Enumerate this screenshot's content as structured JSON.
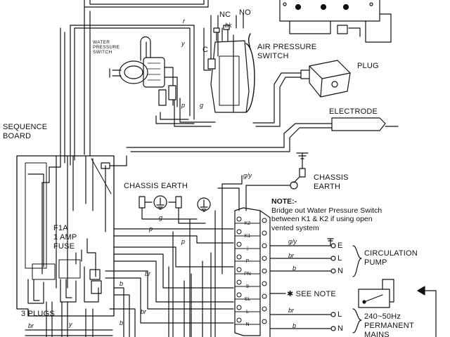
{
  "labels": {
    "nc": "NC",
    "no": "NO",
    "bk": "bk",
    "c": "C",
    "air_pressure_switch": [
      "AIR PRESSURE",
      "SWITCH"
    ],
    "water_pressure_switch": [
      "WATER",
      "PRESSURE",
      "SWITCH"
    ],
    "plug": "PLUG",
    "electrode": "ELECTRODE",
    "sequence_board": [
      "SEQUENCE",
      "BOARD"
    ],
    "chassis_earth_left": "CHASSIS EARTH",
    "chassis_earth_right": [
      "CHASSIS",
      "EARTH"
    ],
    "fuse": [
      "F1A",
      "1 AMP",
      "FUSE"
    ],
    "three_plugs": "3 PLUGS",
    "circulation_pump": [
      "CIRCULATION",
      "PUMP"
    ],
    "see_note": "✱ SEE NOTE",
    "mains": [
      "240~50Hz",
      "PERMANENT",
      "MAINS"
    ]
  },
  "note": {
    "heading": "NOTE:-",
    "lines": [
      "Bridge out Water Pressure Switch",
      "between K1 & K2 if using open",
      "vented system"
    ]
  },
  "wire_labels": {
    "r": "r",
    "y_top": "y",
    "p_top": "p",
    "g_top": "g",
    "gy_top": "g/y",
    "g_mid": "g",
    "p_mid": "p",
    "p_low": "p",
    "br_mid": "br",
    "b_mid": "b",
    "br_left": "br",
    "b_left": "b",
    "br_bottom": "br",
    "y_bottom": "y",
    "gy_pump": "g/y",
    "br_pump": "br",
    "b_pump": "b",
    "br_mains": "br",
    "b_mains": "b"
  },
  "pump_terminals": [
    "E",
    "L",
    "N"
  ],
  "mains_terminals": [
    "L",
    "N"
  ],
  "strip_terminals": [
    "K2",
    "K1",
    "⏚",
    "P",
    "PN",
    "9",
    "SL",
    "L",
    "N"
  ]
}
